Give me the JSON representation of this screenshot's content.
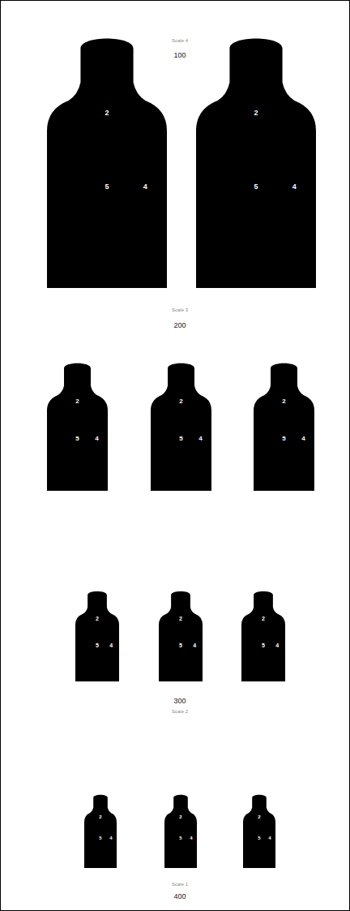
{
  "diagram": {
    "nodes": [
      {
        "text": [
          "2",
          "5",
          "4"
        ]
      },
      {
        "text": [
          "2",
          "5",
          "4"
        ]
      },
      {
        "text": [
          "2",
          "5",
          "4"
        ]
      },
      {
        "text": [
          "2",
          "5",
          "4"
        ]
      },
      {
        "text": [
          "2",
          "5",
          "4"
        ]
      },
      {
        "text": [
          "2",
          "5",
          "4"
        ]
      },
      {
        "text": [
          "2",
          "5",
          "4"
        ]
      },
      {
        "text": [
          "2",
          "5",
          "4"
        ]
      },
      {
        "text": [
          "2",
          "5",
          "4"
        ]
      },
      {
        "text": [
          "2",
          "5",
          "4"
        ]
      },
      {
        "text": [
          "2",
          "5",
          "4"
        ]
      }
    ],
    "labels": [
      "Scale 4",
      "100",
      "Scale 3",
      "200",
      "300",
      "Scale 2",
      "Scale 1",
      "400"
    ]
  }
}
